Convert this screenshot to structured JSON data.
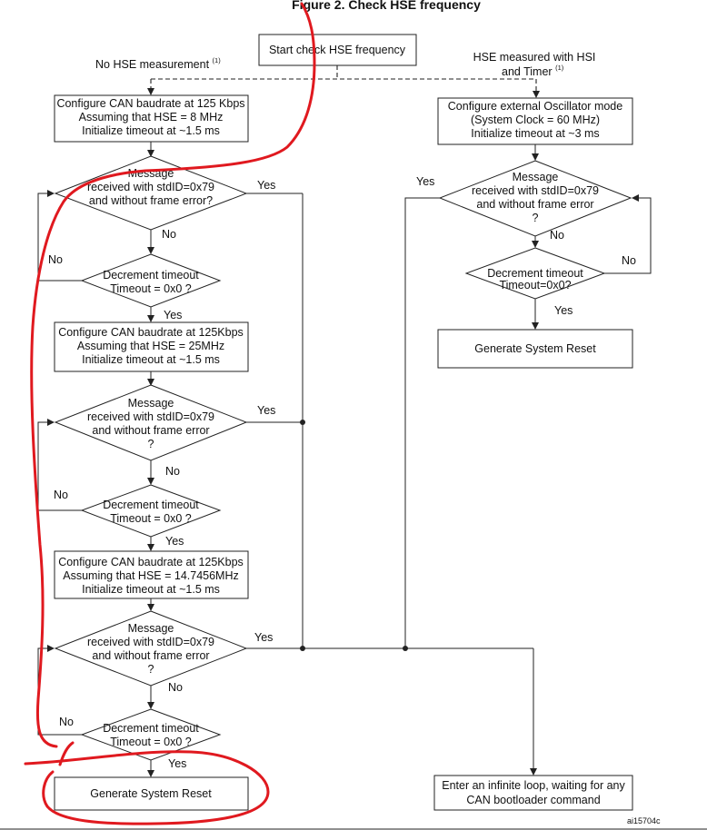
{
  "figure_title": "Figure 2. Check HSE frequency",
  "start_box": "Start check HSE frequency",
  "branch_left": {
    "text": "No HSE measurement",
    "note": "(1)"
  },
  "branch_right": {
    "line1": "HSE measured with HSI",
    "line2": "and Timer",
    "note": "(1)"
  },
  "left": {
    "config1": [
      "Configure CAN baudrate at 125 Kbps",
      "Assuming that HSE = 8 MHz",
      "Initialize timeout at ~1.5 ms"
    ],
    "decision1": [
      "Message",
      "received with stdID=0x79",
      "and without frame error?"
    ],
    "timeout1": [
      "Decrement timeout",
      "Timeout = 0x0 ?"
    ],
    "config2": [
      "Configure CAN baudrate at 125Kbps",
      "Assuming that HSE = 25MHz",
      "Initialize timeout at ~1.5 ms"
    ],
    "decision2": [
      "Message",
      "received with stdID=0x79",
      "and without frame error",
      "?"
    ],
    "timeout2": [
      "Decrement timeout",
      "Timeout = 0x0 ?"
    ],
    "config3": [
      "Configure CAN baudrate at 125Kbps",
      "Assuming that HSE = 14.7456MHz",
      "Initialize timeout at ~1.5 ms"
    ],
    "decision3": [
      "Message",
      "received with stdID=0x79",
      "and without frame error",
      "?"
    ],
    "timeout3": [
      "Decrement timeout",
      "Timeout = 0x0 ?"
    ],
    "reset": "Generate System Reset"
  },
  "right": {
    "config": [
      "Configure external Oscillator mode",
      "(System Clock = 60 MHz)",
      "Initialize timeout at ~3 ms"
    ],
    "decision": [
      "Message",
      "received with stdID=0x79",
      "and without frame error",
      "?"
    ],
    "timeout": [
      "Decrement timeout",
      "Timeout=0x0?"
    ],
    "reset": "Generate System Reset",
    "loop": [
      "Enter an infinite loop, waiting for any",
      "CAN bootloader command"
    ]
  },
  "labels": {
    "yes": "Yes",
    "no": "No"
  },
  "figure_code": "ai15704c",
  "colors": {
    "annotation": "#e0191f",
    "line": "#222222"
  }
}
